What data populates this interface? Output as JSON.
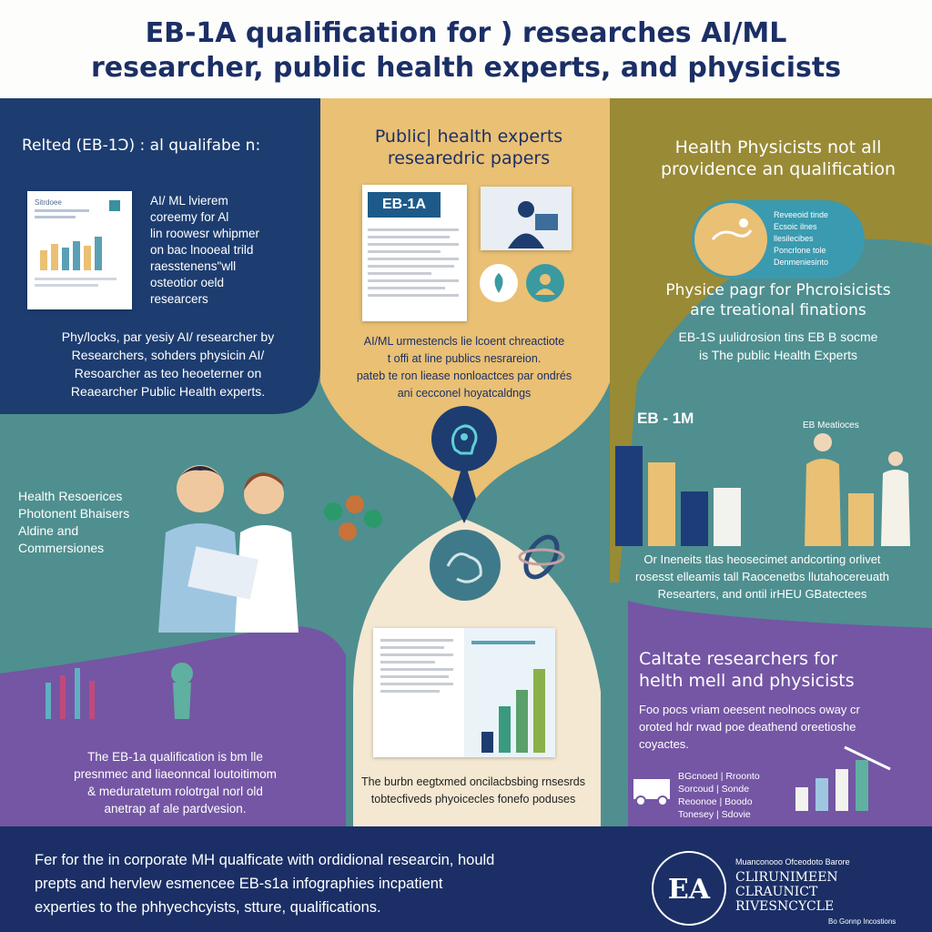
{
  "header": {
    "title_line1": "EB-1A qualification for ) researches AI/ML",
    "title_line2": "researcher, public health experts, and physicists"
  },
  "panel_ai": {
    "heading": "Relted  (EB-1Ɔ) : al qualifabe n:",
    "side_text": "AI/ ML lvierem\ncoreemy for Al\nlin roowesr whipmer\non bac lnooeal trild\nraesstenens\"wll\nosteotior oeld\nresearcers",
    "doc_label": "Sitrdoee",
    "body_text": "Phy/locks, par yesiy AI/ researcher by\nResearchers, sohders physicin AI/\nResoarcher as teo heoeterner on\nReaearcher Public Health experts."
  },
  "panel_public": {
    "heading": "Public| health experts\nresearedric papers",
    "badge": "EB-1A",
    "body_text": "AI/ML urmestencls lie lcoent chreactiote\nt offi at line publics nesrareion.\npateb te ron liease nonloactces par ondrés\nani cecconel hoyatcaldngs"
  },
  "panel_physicists": {
    "heading": "Health Physicists not all\nprovidence an qualification",
    "pill_text": "Reveeoid tinde\nEcsoic ilnes\nllesilecibes\nPoncrlone tole\nDenmeniesinto",
    "subheading": "Physice pagr for Phcroisicists\nare treational finations",
    "body_text": "EB-1S μulidrosion tins EB B socme\nis The public Health Experts"
  },
  "chart_panel": {
    "label": "EB - 1M",
    "figure_label": "EB Meatioces",
    "body_text": "Or Ineneits tlas heosecimet andcorting orlivet\nrosesst elleamis tall Raocenetbs llutahocereuath\nResearters, and ontil irHEU GBatectees"
  },
  "chart_data": {
    "type": "bar",
    "categories": [
      "",
      "",
      "",
      ""
    ],
    "values": [
      100,
      84,
      55,
      58
    ],
    "colors": [
      "#1d3d7a",
      "#e9c074",
      "#1d3d7a",
      "#f2f2ee"
    ],
    "ylim": [
      0,
      100
    ]
  },
  "panel_health": {
    "text": "Health Resoerices\nPhotonent Bhaisers\nAldine and\nCommersiones"
  },
  "bottom_left": {
    "text": "The EB-1a qualification is bm lle\npresnmec and liaeonncal loutoitimom\n& meduratetum rolotrgal norl old\nanetrap af ale pardvesion."
  },
  "center_bottom": {
    "text": "The burbn eegtxmed oncilacbsbing rnsesrds\ntobtecfiveds phyoicecles fonefo poduses"
  },
  "bottom_chart": {
    "values": [
      25,
      55,
      75,
      100
    ]
  },
  "purple_panel": {
    "heading": "Caltate researchers for\nhelth mell and physicists",
    "body_text": "Foo pocs vriam oeesent neolnocs oway cr\noroted hdr rwad poe deathend oreetioshe\ncoyactes.",
    "list_text": "BGcnoed | Rroonto\nSorcoud | Sonde\nReoonoe | Boodo\nTonesey | Sdovie"
  },
  "footer": {
    "text": "Fer for the in corporate MH qualficate with ordidional researcin, hould\nprepts and hervlew esmencee EB-s1a infographies incpatient\nexperties to the phhyechcyists, stture, qualifications.",
    "org_name": "CLIRUNIMEEN\nCLRAUNICT\nRIVESNCYCLE",
    "org_top": "Muanconooo Ofceodoto Barore",
    "org_bottom": "Bo Gonnp Incostions"
  },
  "colors": {
    "navy": "#1b3a6e",
    "sand": "#e9c074",
    "teal": "#4f8f8f",
    "olive": "#998a36",
    "purple": "#7456a4",
    "footer": "#1b2f66"
  },
  "icons": [
    "document-icon",
    "brain-icon",
    "globe-icon",
    "people-icon",
    "ring-icon",
    "molecule-icon",
    "lab-equipment-icon",
    "logo-emblem-icon"
  ]
}
